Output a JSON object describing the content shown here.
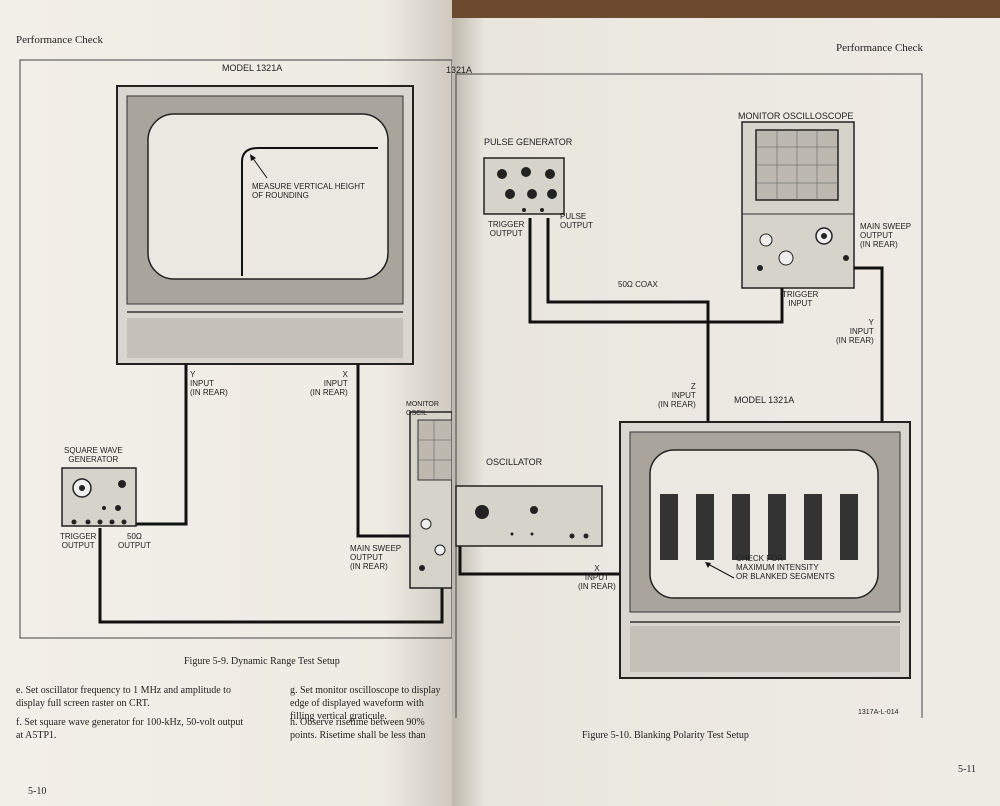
{
  "left": {
    "header": "Performance Check",
    "model_label": "MODEL 1321A",
    "annotation": "MEASURE VERTICAL HEIGHT\nOF ROUNDING",
    "y_input": "Y\nINPUT\n(IN REAR)",
    "x_input": "X\nINPUT\n(IN REAR)",
    "monitor_label": "MONITOR OSCIL",
    "square_wave": "SQUARE WAVE\nGENERATOR",
    "trigger_output": "TRIGGER\nOUTPUT",
    "ohm_output": "50Ω\nOUTPUT",
    "main_sweep": "MAIN SWEEP\nOUTPUT\n(IN REAR)",
    "caption": "Figure 5-9. Dynamic Range Test Setup",
    "para_e": "e.  Set oscillator frequency to 1 MHz and amplitude to display full screen raster on CRT.",
    "para_f": "f.  Set square wave generator for 100-kHz, 50-volt output at A5TP1.",
    "para_g": "g.  Set monitor oscilloscope to display edge of displayed waveform with filling vertical graticule.",
    "para_h": "h.  Observe risetime between 90% points. Risetime shall be less than",
    "page_number": "5-10"
  },
  "right": {
    "header": "Performance Check",
    "corner_label": "1321A",
    "pulse_gen": "PULSE GENERATOR",
    "trigger_output": "TRIGGER\nOUTPUT",
    "pulse_output": "PULSE\nOUTPUT",
    "monitor_osc": "MONITOR OSCILLOSCOPE",
    "main_sweep": "MAIN SWEEP\nOUTPUT\n(IN REAR)",
    "coax": "50Ω COAX",
    "trigger_input": "TRIGGER\nINPUT",
    "y_input": "Y\nINPUT\n(IN REAR)",
    "z_input": "Z\nINPUT\n(IN REAR)",
    "model_label": "MODEL 1321A",
    "oscillator": "OSCILLATOR",
    "check_note": "CHECK FOR\nMAXIMUM INTENSITY\nOR BLANKED SEGMENTS",
    "x_input": "X\nINPUT\n(IN REAR)",
    "drawing_no": "1317A-L-014",
    "caption": "Figure 5-10. Blanking Polarity Test Setup",
    "page_number": "5-11"
  }
}
